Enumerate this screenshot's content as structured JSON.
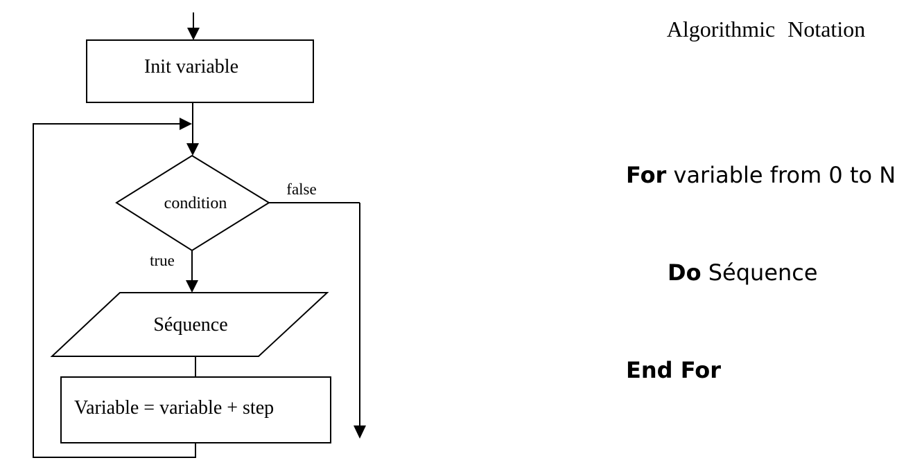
{
  "flowchart": {
    "init_label": "Init variable",
    "condition_label": "condition",
    "false_label": "false",
    "true_label": "true",
    "sequence_label": "Séquence",
    "increment_label": "Variable = variable + step"
  },
  "notation": {
    "title": "Algorithmic Notation",
    "lines": [
      {
        "keyword": "For",
        "rest": " variable from 0 to N"
      },
      {
        "keyword": "Do",
        "rest": " Séquence"
      },
      {
        "keyword": "End For",
        "rest": ""
      }
    ]
  },
  "colors": {
    "ink": "#000000",
    "background": "#ffffff"
  }
}
